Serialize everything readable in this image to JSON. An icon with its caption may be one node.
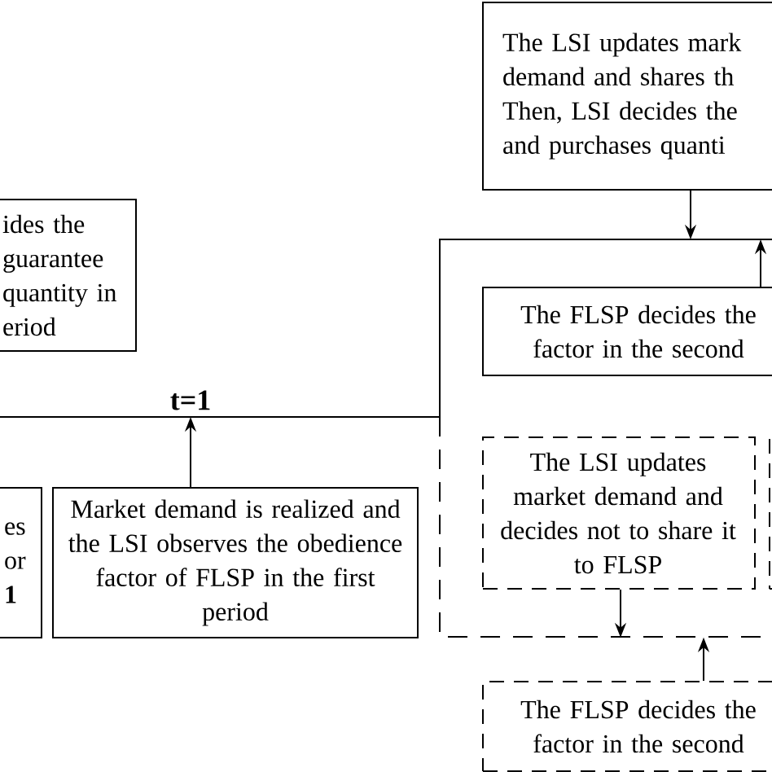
{
  "diagram": {
    "nodes": [
      {
        "text": [
          "The LSI updates mark demand and shares th Then, LSI decides the and purchases quanti"
        ]
      },
      {
        "text": [
          "ides the guarantee quantity in eriod"
        ]
      },
      {
        "text": [],
        "shape": "box"
      },
      {
        "text": [
          "The FLSP decides the factor in the second"
        ],
        "in": 2
      },
      {
        "text": [
          "The LSI updates market demand and decides not to share it to FLSP"
        ],
        "in": 2
      },
      {
        "text": [],
        "shape": "box"
      },
      {
        "text": [
          "es or **1**"
        ]
      },
      {
        "text": [
          "Market demand is realized and the LSI observes the obedience factor of FLSP in the first period"
        ]
      },
      {
        "text": [
          "The FLSP decides the factor in the second"
        ]
      },
      {
        "text": [
          "t=1"
        ]
      }
    ],
    "edges": [
      {
        "from": 7,
        "to": 9,
        "arrow": "to"
      },
      {
        "from": 0,
        "to": 2,
        "arrow": "to"
      },
      {
        "from": 3,
        "to": 2,
        "arrow": "to"
      },
      {
        "from": 4,
        "to": 2,
        "arrow": "to"
      },
      {
        "from": 8,
        "to": 2,
        "arrow": "to"
      }
    ]
  }
}
